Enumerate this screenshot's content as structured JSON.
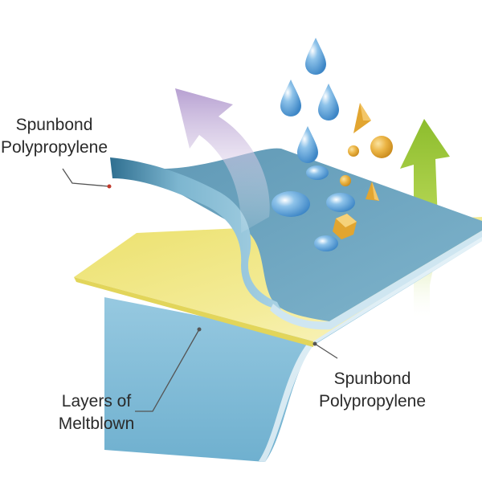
{
  "labels": {
    "top_spunbond": {
      "line1": "Spunbond",
      "line2": "Polypropylene"
    },
    "meltblown": {
      "line1": "Layers of",
      "line2": "Meltblown"
    },
    "bottom_spunbond": {
      "line1": "Spunbond",
      "line2": "Polypropylene"
    }
  },
  "icons": [
    "water-drop-icon",
    "particle-icon",
    "airflow-arrow-icon"
  ],
  "colors": {
    "top_layer": "#6aa3c0",
    "meltblown_layer": "#f0e57a",
    "bottom_layer": "#8cc3dc",
    "purple_arrow": "#b9a3d0",
    "green_arrow": "#9dc63a",
    "droplet": "#5d9fd3",
    "particle": "#e3a734",
    "leader_line": "#555555"
  }
}
